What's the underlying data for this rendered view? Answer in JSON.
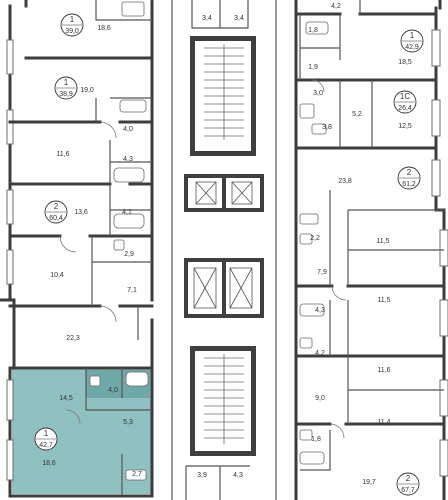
{
  "plan": {
    "highlight_color": "#8ec1c0",
    "wall_color": "#3d3d3d",
    "apartments": [
      {
        "rooms": "1",
        "area": "39,0"
      },
      {
        "rooms": "1",
        "area": "38,9"
      },
      {
        "rooms": "2",
        "area": "60,4"
      },
      {
        "rooms": "1",
        "area": "42,7",
        "highlighted": true
      },
      {
        "rooms": "1",
        "area": "42,9"
      },
      {
        "rooms": "1С",
        "area": "26,4"
      },
      {
        "rooms": "2",
        "area": "61,2"
      },
      {
        "rooms": "2",
        "area": "67,7"
      }
    ],
    "rooms": [
      "18,6",
      "19,0",
      "4,0",
      "11,6",
      "4,3",
      "13,6",
      "4,1",
      "2,9",
      "10,4",
      "7,1",
      "22,3",
      "14,5",
      "4,0",
      "5,3",
      "18,6",
      "2,7",
      "3,4",
      "3,4",
      "3,9",
      "4,3",
      "4,2",
      "1,8",
      "18,5",
      "1,9",
      "3,0",
      "5,2",
      "3,8",
      "12,5",
      "23,8",
      "2,2",
      "11,5",
      "7,9",
      "11,5",
      "4,3",
      "4,2",
      "11,6",
      "9,0",
      "11,4",
      "1,8",
      "19,7"
    ]
  }
}
